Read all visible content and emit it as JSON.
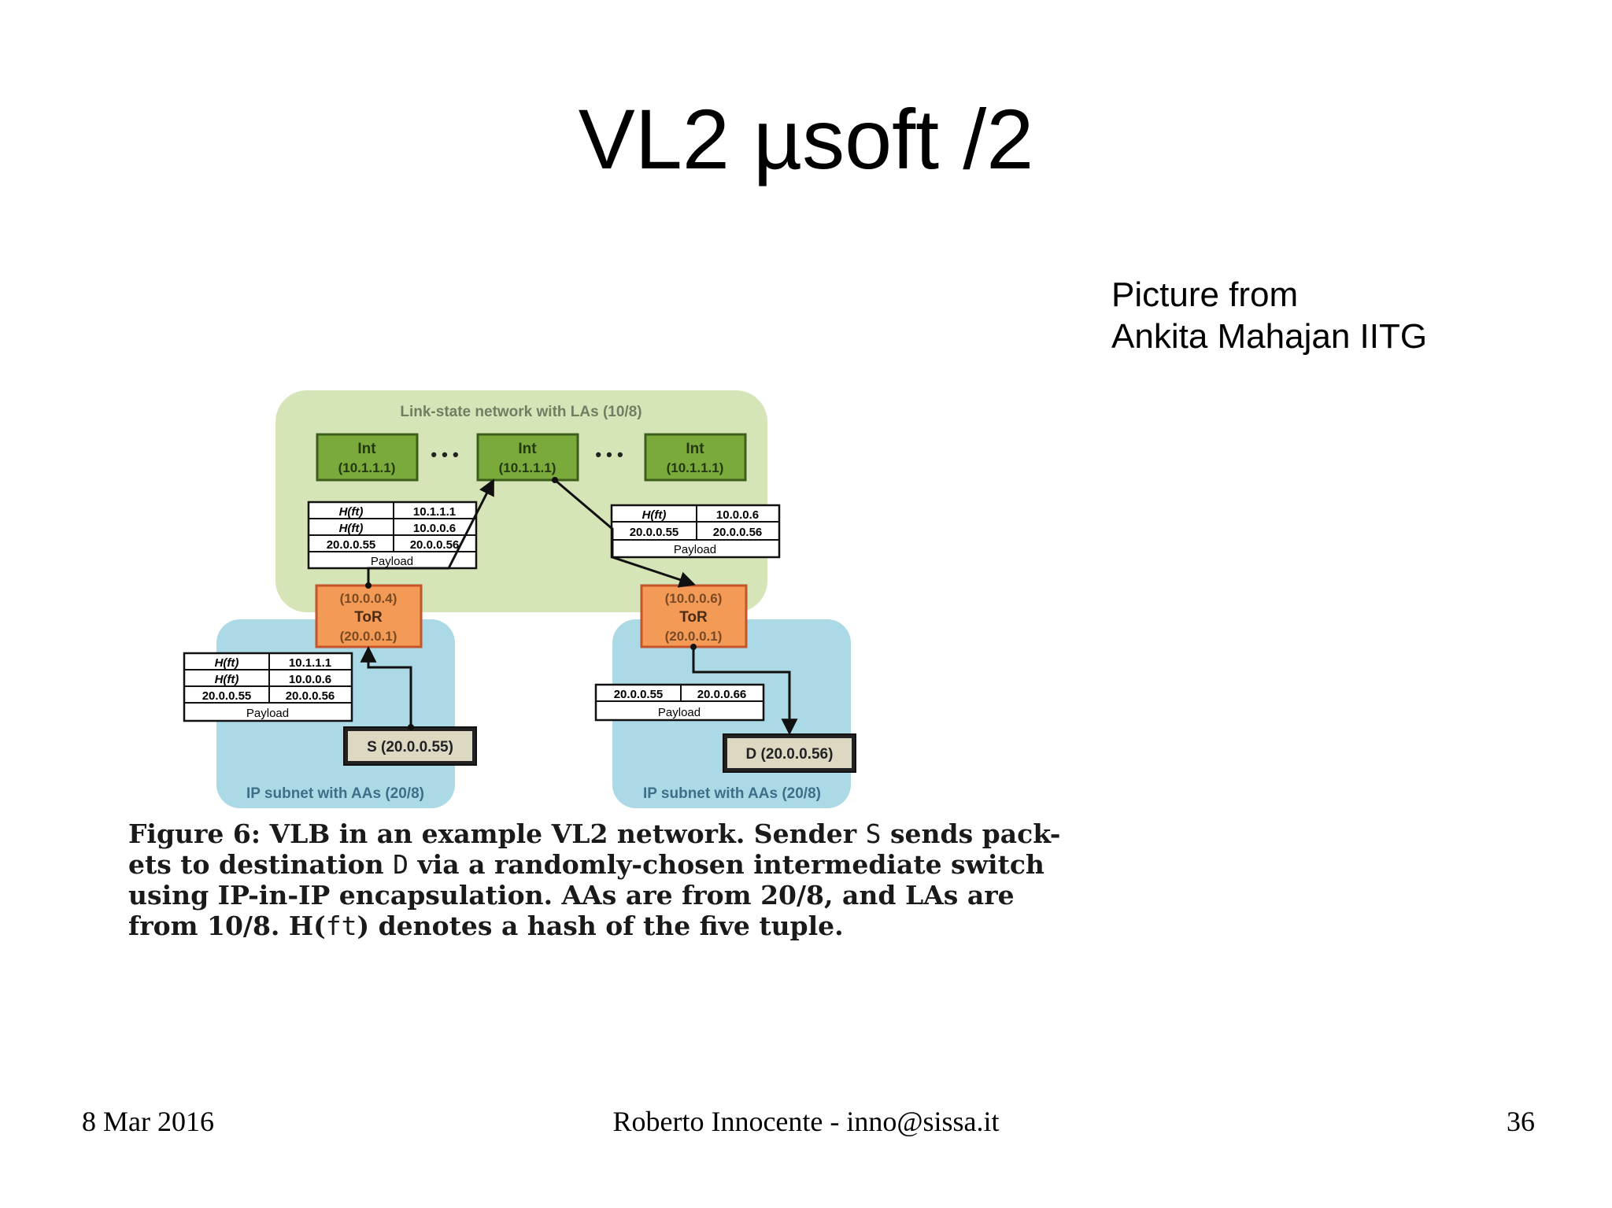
{
  "slide": {
    "title": "VL2 µsoft /2",
    "credit_line1": "Picture from",
    "credit_line2": "Ankita Mahajan IITG"
  },
  "figure": {
    "top_region_label": "Link-state network with LAs (10/8)",
    "left_subnet_label": "IP subnet with AAs (20/8)",
    "right_subnet_label": "IP subnet with AAs (20/8)",
    "ellipsis": "• • •",
    "int_switches": [
      {
        "name": "Int",
        "addr": "(10.1.1.1)"
      },
      {
        "name": "Int",
        "addr": "(10.1.1.1)"
      },
      {
        "name": "Int",
        "addr": "(10.1.1.1)"
      }
    ],
    "tor_left": {
      "la": "(10.0.0.4)",
      "name": "ToR",
      "aa": "(20.0.0.1)"
    },
    "tor_right": {
      "la": "(10.0.0.6)",
      "name": "ToR",
      "aa": "(20.0.0.1)"
    },
    "sender": "S (20.0.0.55)",
    "destination": "D (20.0.0.56)",
    "packet_up": {
      "rows": [
        [
          "H(ft)",
          "10.1.1.1"
        ],
        [
          "H(ft)",
          "10.0.0.6"
        ],
        [
          "20.0.0.55",
          "20.0.0.56"
        ]
      ],
      "payload": "Payload"
    },
    "packet_down": {
      "rows": [
        [
          "H(ft)",
          "10.0.0.6"
        ],
        [
          "20.0.0.55",
          "20.0.0.56"
        ]
      ],
      "payload": "Payload"
    },
    "packet_sender": {
      "rows": [
        [
          "H(ft)",
          "10.1.1.1"
        ],
        [
          "H(ft)",
          "10.0.0.6"
        ],
        [
          "20.0.0.55",
          "20.0.0.56"
        ]
      ],
      "payload": "Payload"
    },
    "packet_dest": {
      "rows": [
        [
          "20.0.0.55",
          "20.0.0.66"
        ]
      ],
      "payload": "Payload"
    }
  },
  "caption": {
    "line1": {
      "a": "Figure 6: VLB in an example VL2 network. Sender ",
      "b": "S",
      "c": " sends pack-"
    },
    "line2": {
      "a": "ets to destination ",
      "b": "D",
      "c": " via a randomly-chosen intermediate switch"
    },
    "line3": "using IP-in-IP encapsulation.  AAs are from 20/8, and LAs are",
    "line4": {
      "a": "from 10/8. H(",
      "b": "ft",
      "c": ") denotes a hash of the five tuple."
    }
  },
  "footer": {
    "date": "8 Mar 2016",
    "author": "Roberto Innocente - inno@sissa.it",
    "page": "36"
  },
  "colors": {
    "link_state_bg": "#d5e5b8",
    "subnet_bg": "#abd9e6",
    "int_fill": "#7aaa3c",
    "int_stroke": "#3d5e1b",
    "tor_fill": "#f39a56",
    "tor_stroke": "#c4542a",
    "host_fill": "#dcd8c2"
  }
}
